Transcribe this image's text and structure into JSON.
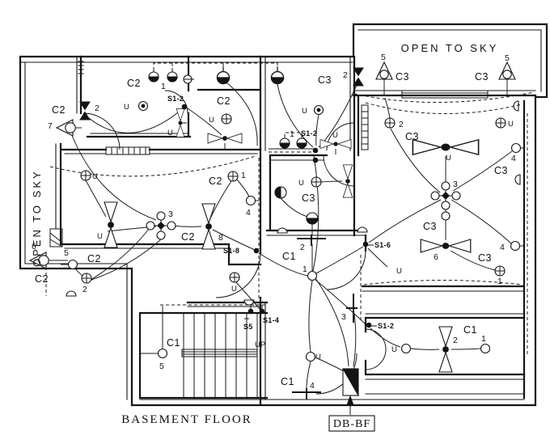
{
  "drawing": {
    "floor_title": "BASEMENT FLOOR",
    "db_tag": "DB-BF",
    "open_to_sky": "OPEN TO SKY",
    "up": "UP",
    "unit_u": "U",
    "circuits": {
      "c1": "C1",
      "c2": "C2",
      "c3": "C3"
    },
    "switches": {
      "s1_2": "S1-2",
      "s1_4": "S1-4",
      "s1_6": "S1-6",
      "s1_8": "S1-8",
      "s5": "S5"
    },
    "points": {
      "n1": "1",
      "n2": "2",
      "n3": "3",
      "n4": "4",
      "n5": "5",
      "n6": "6",
      "n7": "7",
      "n8": "8"
    }
  }
}
